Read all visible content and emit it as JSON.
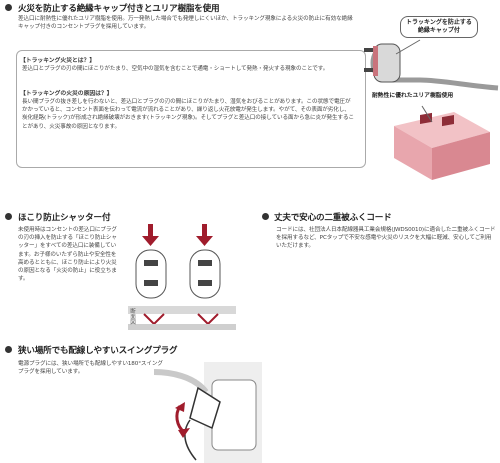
{
  "section1": {
    "heading": "火災を防止する絶縁キャップ付きとユリア樹脂を使用",
    "intro": "差込口に耐熱性に優れたユリア樹脂を使用。万一発熱した場合でも発煙しにくいほか、トラッキング現象による火災の防止に有効な絶縁キャップ付きのコンセントプラグを採用しています。",
    "q1_title": "【トラッキング火災とは？】",
    "q1_body": "差込口とプラグの刃の間にほこりがたまり、空気中の湿気を含むことで通電・ショートして発熱・発火する現象のことです。",
    "q2_title": "【トラッキングの火災の原因は？】",
    "q2_body": "長い間プラグの抜き差しを行わないと、差込口とプラグの刃の間にほこりがたまり、湿気をおびることがあります。この状態で電圧がかかっていると、コンセント表面を伝わって電流が流れることがあり、繰り返し火花放電が発生します。やがて、その表面が劣化し、炭化経路(トラック)が形成され絶縁破壊がおきます(トラッキング現象)。そしてプラグと差込口の接している面から急に炎が発生することがあり、火災事故の原因となります。",
    "callout_cap": "トラッキングを防止する\n絶縁キャップ付",
    "callout_resin": "耐熱性に優れたユリア樹脂使用"
  },
  "section2": {
    "heading": "ほこり防止シャッター付",
    "body": "未使用時はコンセントの差込口にプラグの刃の挿入を防止する「ほこり防止シャッター」をすべての差込口に装備しています。お子様のいたずら防止や安全性を高めるとともに、ほこり防止により火災の原因となる「火災の防止」に役立ちます。",
    "caption": "断面図"
  },
  "section3": {
    "heading": "丈夫で安心の二重被ふくコード",
    "body": "コードには、社団法人日本配線器具工業会規格(JWDS0010)に適合した二重被ふくコードを採用するなど、PCタップで不安な感電や火災のリスクを大幅に軽減、安心してご利用いただけます。"
  },
  "section4": {
    "heading": "狭い場所でも配線しやすいスイングプラグ",
    "body": "電源プラグには、狭い場所でも配線しやすい180°スイングプラグを採用しています。"
  },
  "colors": {
    "arrow": "#a01c2c",
    "pink": "#e8a6ad",
    "pink_dark": "#c9737c",
    "plug_gray": "#7a7a7a"
  }
}
